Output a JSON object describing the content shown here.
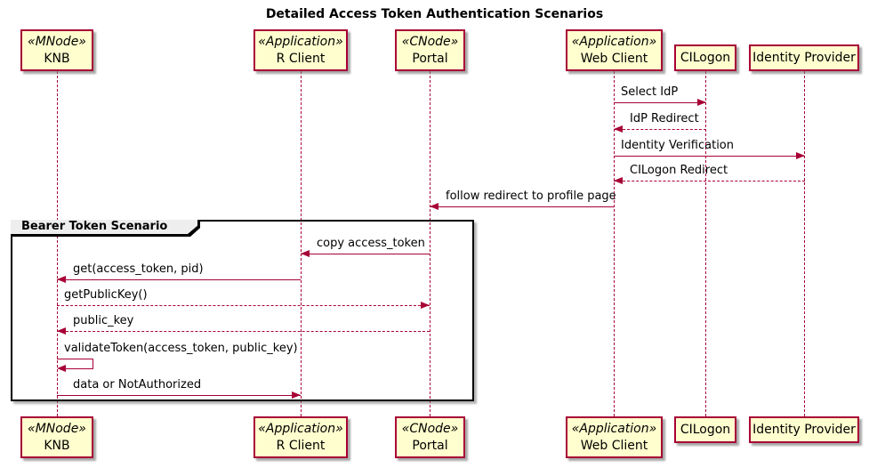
{
  "title": "Detailed Access Token Authentication Scenarios",
  "colors": {
    "participant_fill": "#FEFECE",
    "line_accent": "#A80036",
    "fragment_header_fill": "#EEEEEE",
    "frame_border": "#000000",
    "background": "#FFFFFF"
  },
  "participants": [
    {
      "stereotype": "«MNode»",
      "name": "KNB"
    },
    {
      "stereotype": "«Application»",
      "name": "R Client"
    },
    {
      "stereotype": "«CNode»",
      "name": "Portal"
    },
    {
      "stereotype": "«Application»",
      "name": "Web Client"
    },
    {
      "stereotype": "",
      "name": "CILogon"
    },
    {
      "stereotype": "",
      "name": "Identity Provider"
    }
  ],
  "fragment": {
    "label": "Bearer Token Scenario"
  },
  "messages": [
    {
      "label": "Select IdP",
      "from": "Web Client",
      "to": "CILogon",
      "line": "solid"
    },
    {
      "label": "IdP Redirect",
      "from": "CILogon",
      "to": "Web Client",
      "line": "dashed"
    },
    {
      "label": "Identity Verification",
      "from": "Web Client",
      "to": "Identity Provider",
      "line": "solid"
    },
    {
      "label": "CILogon Redirect",
      "from": "Identity Provider",
      "to": "Web Client",
      "line": "dashed"
    },
    {
      "label": "follow redirect to profile page",
      "from": "Web Client",
      "to": "Portal",
      "line": "solid"
    },
    {
      "label": "copy access_token",
      "from": "Portal",
      "to": "R Client",
      "line": "solid"
    },
    {
      "label": "get(access_token, pid)",
      "from": "R Client",
      "to": "KNB",
      "line": "solid"
    },
    {
      "label": "getPublicKey()",
      "from": "KNB",
      "to": "Portal",
      "line": "dashed"
    },
    {
      "label": "public_key",
      "from": "Portal",
      "to": "KNB",
      "line": "dashed"
    },
    {
      "label": "validateToken(access_token, public_key)",
      "from": "KNB",
      "to": "KNB",
      "line": "solid"
    },
    {
      "label": "data or NotAuthorized",
      "from": "KNB",
      "to": "R Client",
      "line": "solid"
    }
  ]
}
